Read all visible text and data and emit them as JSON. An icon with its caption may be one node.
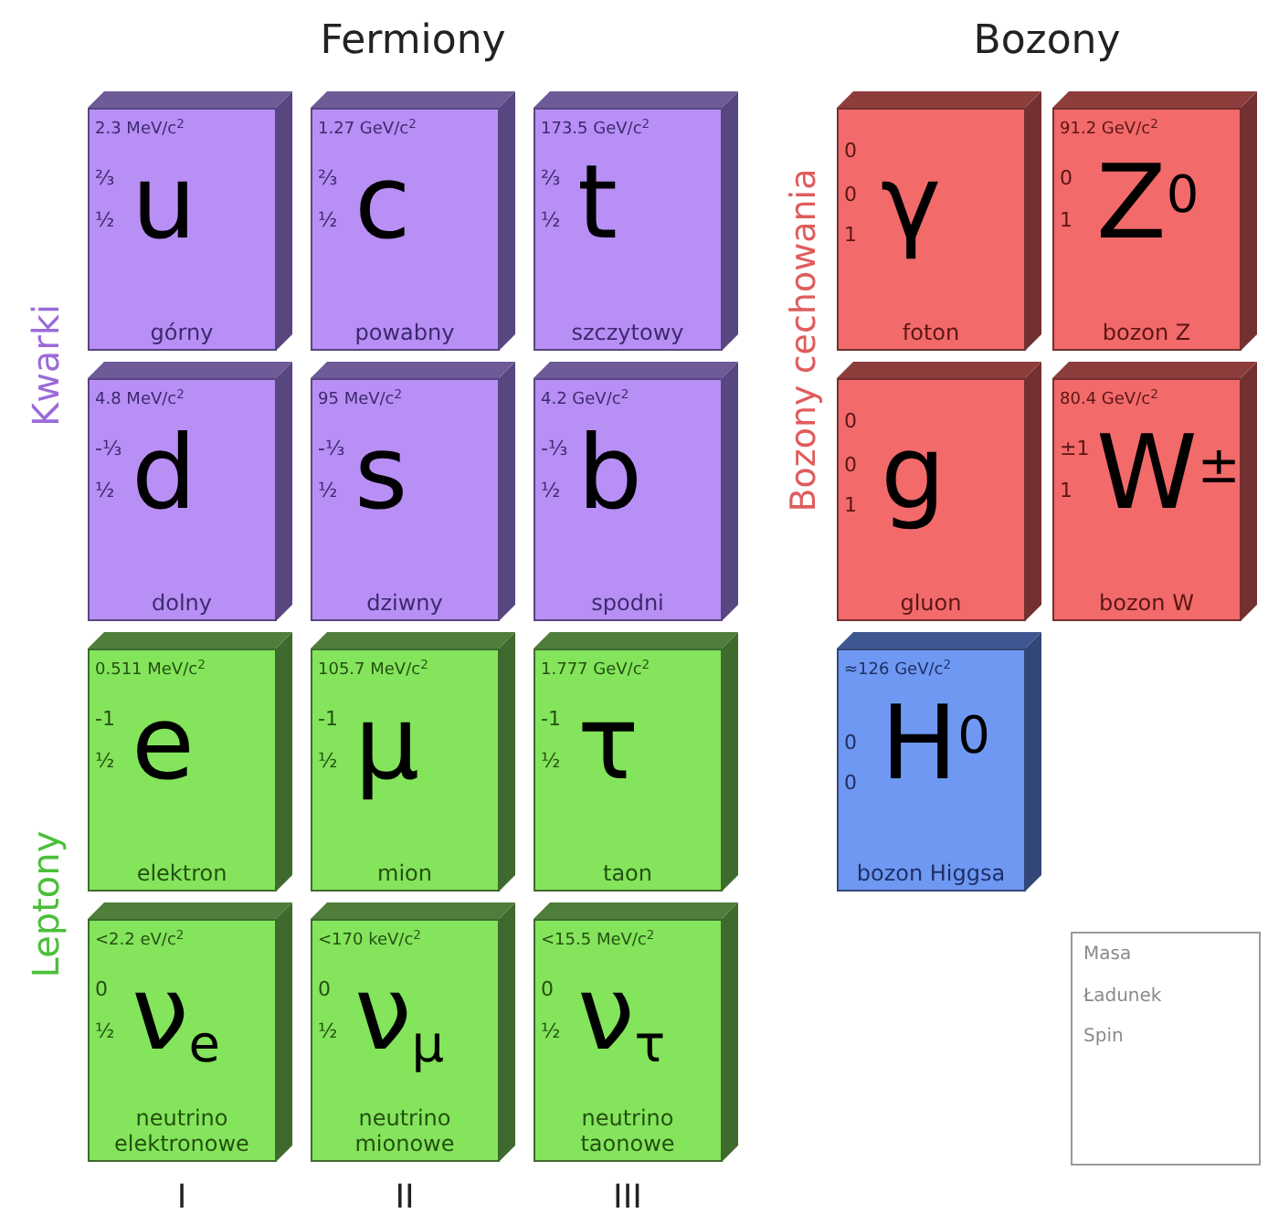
{
  "diagram": {
    "nodes": [
      {
        "text": [
          "2.3 MeV/c$^{2}$",
          "⅔",
          "½",
          "u",
          "górny"
        ]
      },
      {
        "text": [
          "1.27 GeV/c$^{2}$",
          "⅔",
          "½",
          "c",
          "powabny"
        ]
      },
      {
        "text": [
          "173.5 GeV/c$^{2}$",
          "⅔",
          "½",
          "t",
          "szczytowy"
        ]
      },
      {
        "text": [
          "0",
          "0",
          "1",
          "γ",
          "foton"
        ]
      },
      {
        "text": [
          "91.2 GeV/c$^{2}$",
          "0",
          "1",
          "Z$^{0}$",
          "bozon Z"
        ]
      },
      {
        "text": [
          "4.8 MeV/c$^{2}$",
          "-⅓",
          "½",
          "d",
          "dolny"
        ]
      },
      {
        "text": [
          "95 MeV/c$^{2}$",
          "-⅓",
          "½",
          "s",
          "dziwny"
        ]
      },
      {
        "text": [
          "4.2 GeV/c$^{2}$",
          "-⅓",
          "½",
          "b",
          "spodni"
        ]
      },
      {
        "text": [
          "0",
          "0",
          "1",
          "g",
          "gluon"
        ]
      },
      {
        "text": [
          "80.4 GeV/c$^{2}$",
          "±1",
          "1",
          "W$^{±}$",
          "bozon W"
        ]
      },
      {
        "text": [
          "0.511 MeV/c$^{2}$",
          "-1",
          "½",
          "e",
          "elektron"
        ]
      },
      {
        "text": [
          "105.7 MeV/c$^{2}$",
          "-1",
          "½",
          "μ",
          "mion"
        ]
      },
      {
        "text": [
          "1.777 GeV/c$^{2}$",
          "-1",
          "½",
          "τ",
          "taon"
        ]
      },
      {
        "text": [
          "≈126 GeV/c$^{2}$",
          "0",
          "0",
          "H$^{0}$",
          "bozon Higgsa"
        ]
      },
      {
        "text": [
          "<2.2 eV/c$^{2}$",
          "0",
          "½",
          "ν$_{e}$",
          "neutrino elektronowe"
        ]
      },
      {
        "text": [
          "<170 keV/c$^{2}$",
          "0",
          "½",
          "ν$_{μ}$",
          "neutrino mionowe"
        ]
      },
      {
        "text": [
          "<15.5 MeV/c$^{2}$",
          "0",
          "½",
          "ν$_{τ}$",
          "neutrino taonowe"
        ]
      },
      {
        "text": [
          "Masa",
          "Ładunek",
          "Spin"
        ]
      }
    ],
    "labels": [
      "Fermiony",
      "Bozony",
      "Kwarki",
      "Bozony cechowania",
      "Leptony",
      "I",
      "II",
      "III"
    ]
  }
}
